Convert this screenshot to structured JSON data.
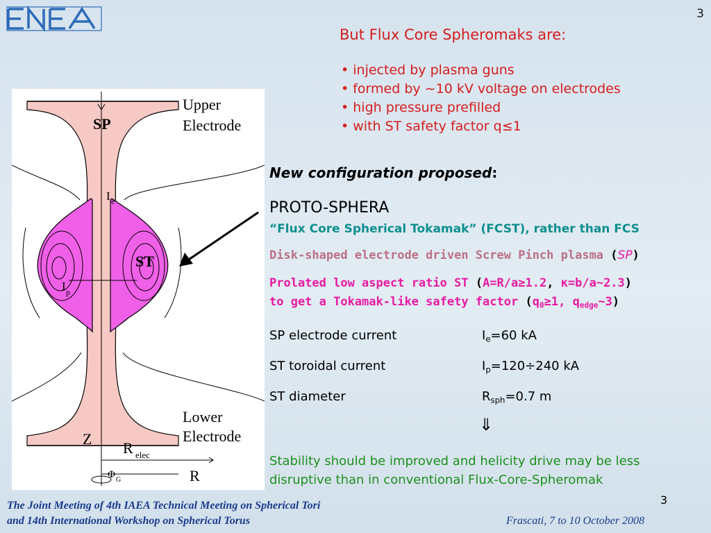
{
  "logo": {
    "text": "ENEA",
    "icon": "enea-logo"
  },
  "page_number": "3",
  "heading": "But Flux Core Spheromaks are:",
  "bullets": [
    "• injected by plasma guns",
    "• formed by ~10 kV voltage on electrodes",
    "• high pressure prefilled",
    "• with ST safety factor q≤1"
  ],
  "figure": {
    "label_upper": "Upper",
    "label_upper2": "Electrode",
    "label_lower": "Lower",
    "label_lower2": "Electrode",
    "label_sp": "SP",
    "label_st": "ST",
    "label_ie": "I",
    "label_ie_sub": "e",
    "label_ip": "I",
    "label_ip_sub": "p",
    "label_z": "Z",
    "label_relec": "R",
    "label_relec_sub": "elec",
    "label_r": "R",
    "label_phi": "Φ",
    "label_phi_sub": "G"
  },
  "new_config": {
    "text": "New configuration proposed",
    "colon": ":"
  },
  "proto": "PROTO-SPHERA",
  "fcst": "“Flux Core Spherical Tokamak” (FCST), rather than FCS",
  "disk": {
    "text": "Disk-shaped electrode driven Screw Pinch plasma ",
    "open": "(",
    "sp": "SP",
    "close": ")"
  },
  "prolated": {
    "line1_a": "Prolated low aspect ratio ST ",
    "line1_open": "(",
    "line1_b": "A=R/a≥1.2",
    "line1_comma": ", ",
    "line1_c": "κ=b/a~2.3",
    "line1_close": ")",
    "line2_a": "to get a Tokamak-like safety factor ",
    "line2_open": "(",
    "line2_q0": "q",
    "line2_q0_sub": "0",
    "line2_b": "≥1, q",
    "line2_edge_sub": "edge",
    "line2_c": "~3",
    "line2_close": ")"
  },
  "params": [
    {
      "name": "SP electrode current",
      "sym": "I",
      "sub": "e",
      "val": "=60 kA"
    },
    {
      "name": "ST toroidal current",
      "sym": "I",
      "sub": "p",
      "val": "=120÷240 kA"
    },
    {
      "name": "ST diameter",
      "sym": "R",
      "sub": "sph",
      "val": "=0.7 m"
    }
  ],
  "double_arrow": "⇓",
  "stability": [
    "Stability should be improved and helicity drive may be less",
    "disruptive than in conventional Flux-Core-Spheromak"
  ],
  "page_number_bottom": "3",
  "footer_left": [
    "The Joint Meeting of 4th IAEA Technical Meeting on Spherical Tori",
    "and 14th International Workshop on Spherical Torus"
  ],
  "footer_right": "Frascati, 7 to 10 October 2008",
  "colors": {
    "heading": "#d51c1c",
    "teal": "#0d8f8f",
    "magenta": "#e61aa3",
    "green": "#1e8f1e",
    "footer": "#1a3b8c"
  }
}
